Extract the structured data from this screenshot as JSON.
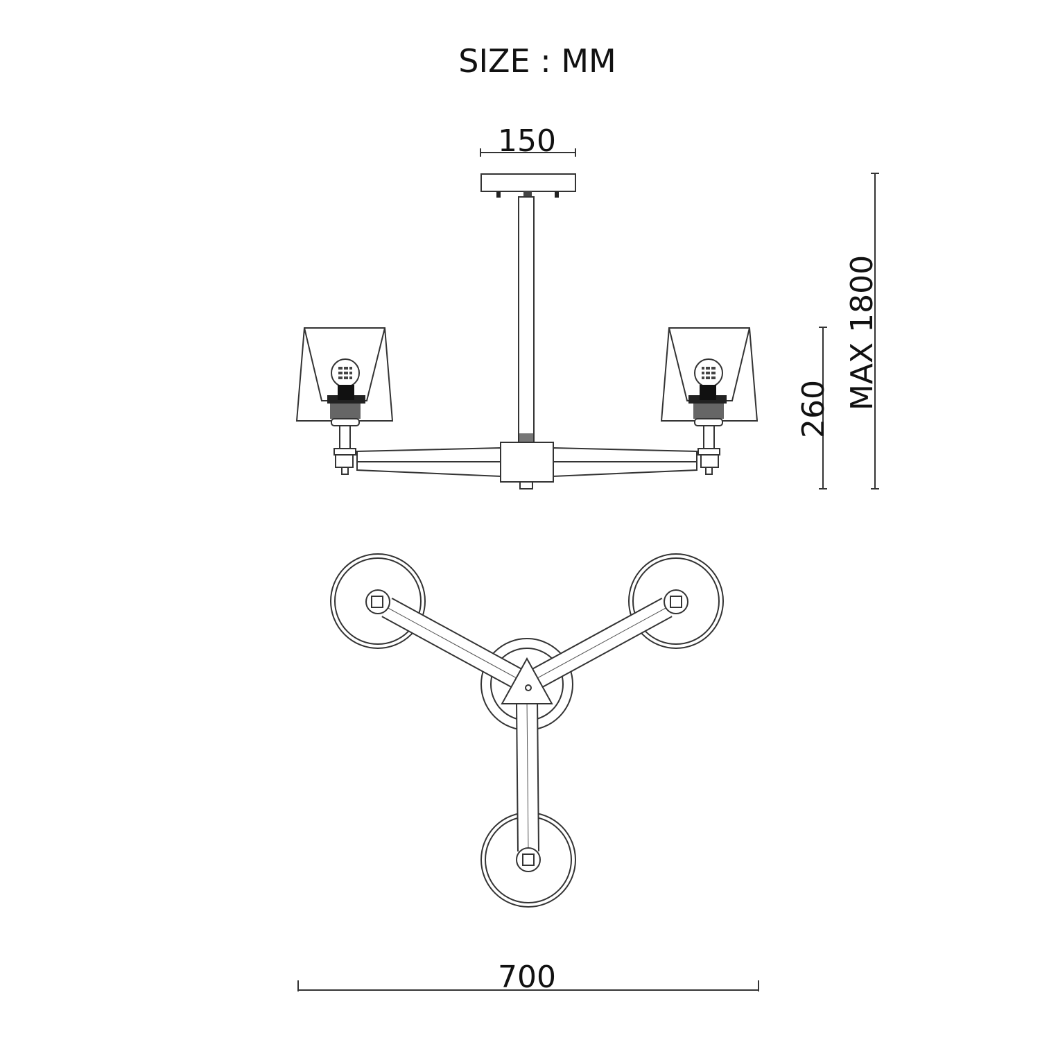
{
  "title": "SIZE : MM",
  "dimensions": {
    "canopy_width": "150",
    "shade_height": "260",
    "max_height": "MAX 1800",
    "overall_width": "700"
  },
  "colors": {
    "line": "#333333",
    "background": "#ffffff"
  }
}
